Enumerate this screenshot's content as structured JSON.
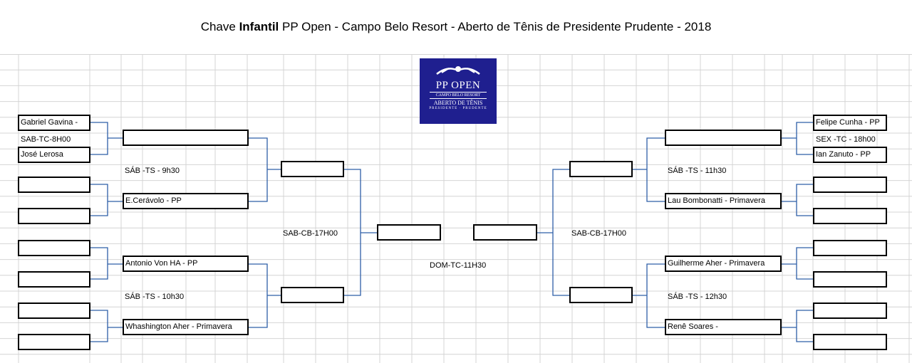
{
  "title": {
    "prefix": "Chave ",
    "bold": "Infantil",
    "suffix": " PP Open - Campo Belo Resort - Aberto de Tênis de Presidente Prudente - 2018"
  },
  "logo": {
    "line1": "PP OPEN",
    "line2": "CAMPO BELO RESORT",
    "line3": "ABERTO DE TÊNIS",
    "line4": "PRESIDENTE · PRUDENTE"
  },
  "left": {
    "r1": [
      "Gabriel Gavina -",
      "José Lerosa",
      "",
      "",
      "",
      "",
      "",
      ""
    ],
    "r2": [
      "",
      "E.Cerávolo - PP",
      "Antonio Von HA - PP",
      "Whashington Aher - Primavera"
    ],
    "r3": [
      "",
      ""
    ],
    "final": ""
  },
  "right": {
    "r1": [
      "Felipe Cunha - PP",
      "Ian Zanuto - PP",
      "",
      "",
      "",
      "",
      "",
      ""
    ],
    "r2": [
      "",
      "Lau Bombonatti - Primavera",
      "Guilherme Aher - Primavera",
      "Renê Soares -"
    ],
    "r3": [
      "",
      ""
    ],
    "final": ""
  },
  "labels": {
    "sab_tc_8h00": "SAB-TC-8H00",
    "sab_ts_9h30": "SÁB -TS - 9h30",
    "sab_ts_10h30": "SÁB -TS - 10h30",
    "sab_cb_17h00_left": "SAB-CB-17H00",
    "dom_tc_11h30": "DOM-TC-11H30",
    "sab_cb_17h00_right": "SAB-CB-17H00",
    "sex_tc_18h00": "SEX -TC - 18h00",
    "sab_ts_11h30": "SÁB -TS - 11h30",
    "sab_ts_12h30": "SÁB -TS - 12h30"
  },
  "colors": {
    "connector": "#2e5fa8",
    "gridline": "#d4d4d4",
    "logo_bg": "#1f1f8f"
  }
}
